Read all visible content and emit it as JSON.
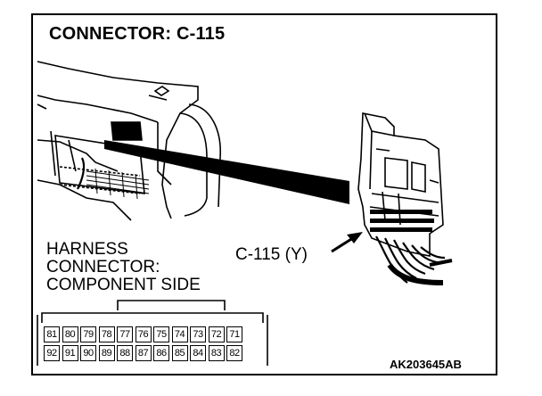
{
  "title": "CONNECTOR: C-115",
  "harness_label": {
    "line1": "HARNESS",
    "line2": "CONNECTOR:",
    "line3": "COMPONENT SIDE"
  },
  "callout_label": "C-115 (Y)",
  "figure_code": "AK203645AB",
  "pins": {
    "row1": [
      "81",
      "80",
      "79",
      "78",
      "77",
      "76",
      "75",
      "74",
      "73",
      "72",
      "71"
    ],
    "row2": [
      "92",
      "91",
      "90",
      "89",
      "88",
      "87",
      "86",
      "85",
      "84",
      "83",
      "82"
    ]
  }
}
